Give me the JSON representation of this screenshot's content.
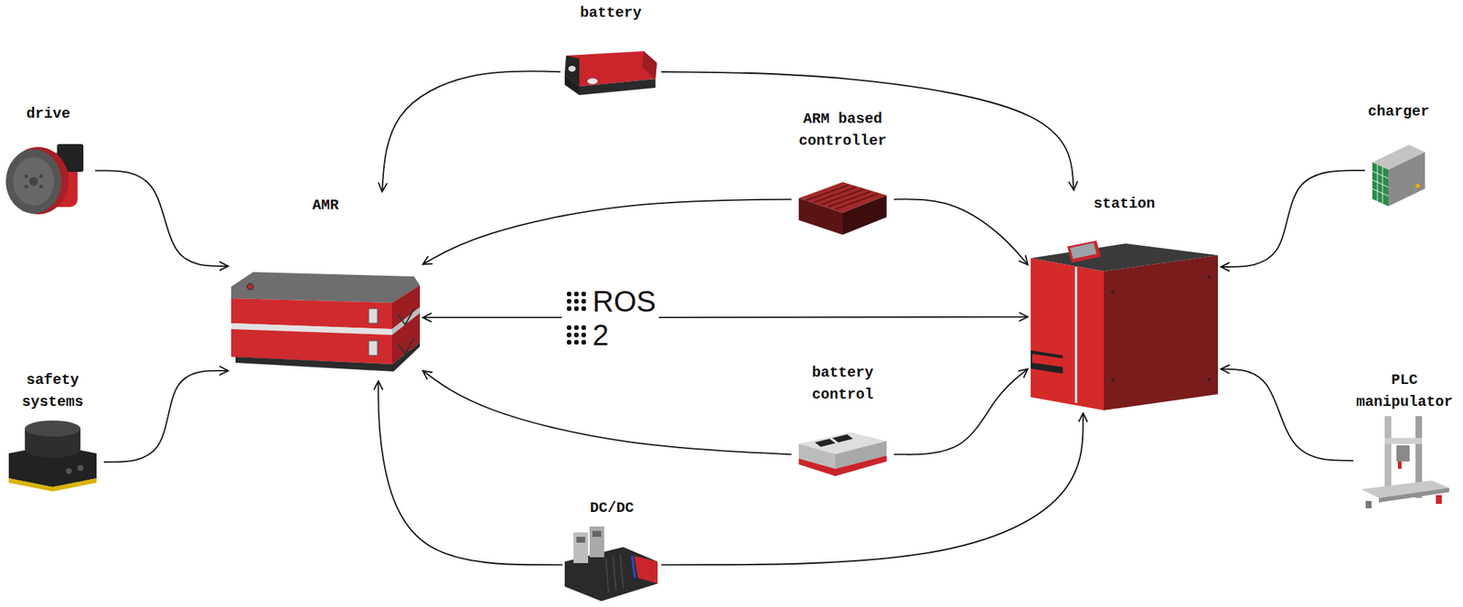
{
  "diagram": {
    "nodes": [
      {
        "text": [
          "battery"
        ]
      },
      {
        "text": [
          "drive"
        ]
      },
      {
        "text": [
          "ARM based controller"
        ]
      },
      {
        "text": [
          "charger"
        ]
      },
      {
        "text": [
          "AMR"
        ]
      },
      {
        "text": [
          "station"
        ]
      },
      {
        "text": [
          "ROS 2"
        ]
      },
      {
        "text": [
          "safety systems"
        ]
      },
      {
        "text": [
          "battery control"
        ]
      },
      {
        "text": [
          "PLC manipulator"
        ]
      },
      {
        "text": [
          "DC/DC"
        ]
      }
    ],
    "edges": [
      {
        "from": 0,
        "to": 4,
        "arrow": "to"
      },
      {
        "from": 0,
        "to": 5,
        "arrow": "to"
      },
      {
        "from": 1,
        "to": 4,
        "arrow": "to"
      },
      {
        "from": 2,
        "to": 4,
        "arrow": "to"
      },
      {
        "from": 2,
        "to": 5,
        "arrow": "to"
      },
      {
        "from": 3,
        "to": 5,
        "arrow": "to"
      },
      {
        "from": 6,
        "to": 4,
        "arrow": "to"
      },
      {
        "from": 6,
        "to": 5,
        "arrow": "to"
      },
      {
        "from": 7,
        "to": 4,
        "arrow": "to"
      },
      {
        "from": 8,
        "to": 4,
        "arrow": "to"
      },
      {
        "from": 8,
        "to": 5,
        "arrow": "to"
      },
      {
        "from": 9,
        "to": 5,
        "arrow": "to"
      },
      {
        "from": 10,
        "to": 4,
        "arrow": "to"
      },
      {
        "from": 10,
        "to": 5,
        "arrow": "to"
      }
    ]
  }
}
